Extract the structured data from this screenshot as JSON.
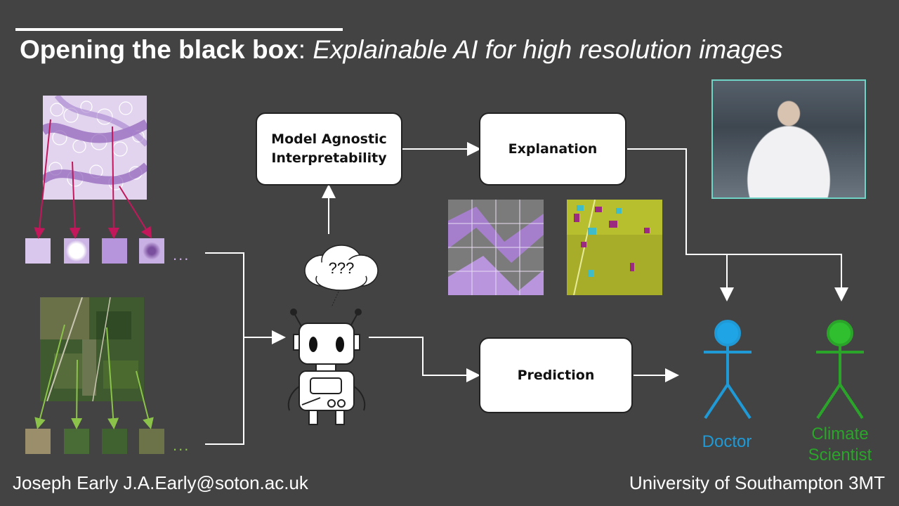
{
  "title": {
    "bold": "Opening the black box",
    "sep": ": ",
    "italic": "Explainable AI for high resolution images"
  },
  "boxes": {
    "model_line1": "Model Agnostic",
    "model_line2": "Interpretability",
    "explanation": "Explanation",
    "prediction": "Prediction"
  },
  "thought": "???",
  "ellipsis": "...",
  "people": {
    "doctor": {
      "label": "Doctor",
      "color": "#1f9ad6"
    },
    "scientist": {
      "line1": "Climate",
      "line2": "Scientist",
      "color": "#2aa52a"
    }
  },
  "footer": {
    "left": "Joseph Early J.A.Early@soton.ac.uk",
    "right": "University of Southampton 3MT"
  },
  "colors": {
    "background": "#434343",
    "histology_arrow": "#c2185b",
    "satellite_arrow": "#8bc34a",
    "webcam_border": "#6fd3c6"
  }
}
